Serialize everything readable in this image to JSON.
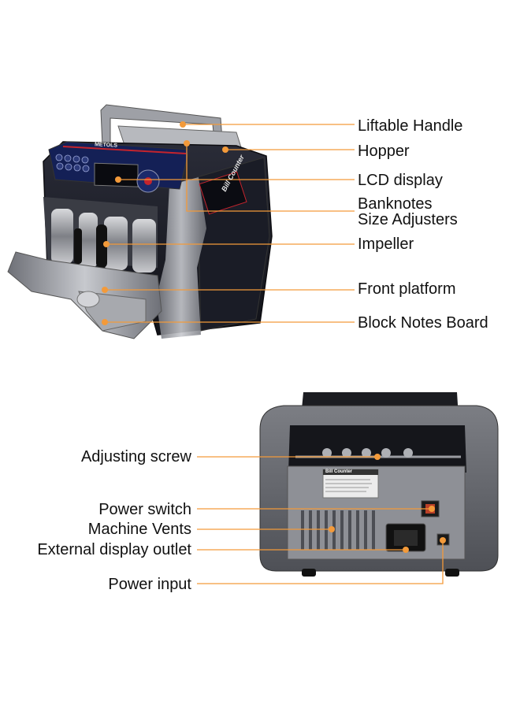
{
  "front_view": {
    "brand": "METOLS",
    "side_text": "Bill Counter",
    "labels": {
      "liftable_handle": "Liftable Handle",
      "hopper": "Hopper",
      "lcd_display": "LCD display",
      "banknotes_line1": "Banknotes",
      "banknotes_line2": "Size Adjusters",
      "impeller": "Impeller",
      "front_platform": "Front platform",
      "block_notes_board": "Block Notes Board"
    }
  },
  "back_view": {
    "plate_title": "Bill Counter",
    "labels": {
      "adjusting_screw": "Adjusting screw",
      "power_switch": "Power switch",
      "machine_vents": "Machine Vents",
      "external_display_outlet": "External display outlet",
      "power_input": "Power input"
    }
  },
  "colors": {
    "leader_line": "#f39a3a",
    "body_dark": "#1d1f2b",
    "body_silver": "#9a9ca3",
    "accent_red": "#c4242d",
    "panel_blue": "#1b2a6b"
  }
}
